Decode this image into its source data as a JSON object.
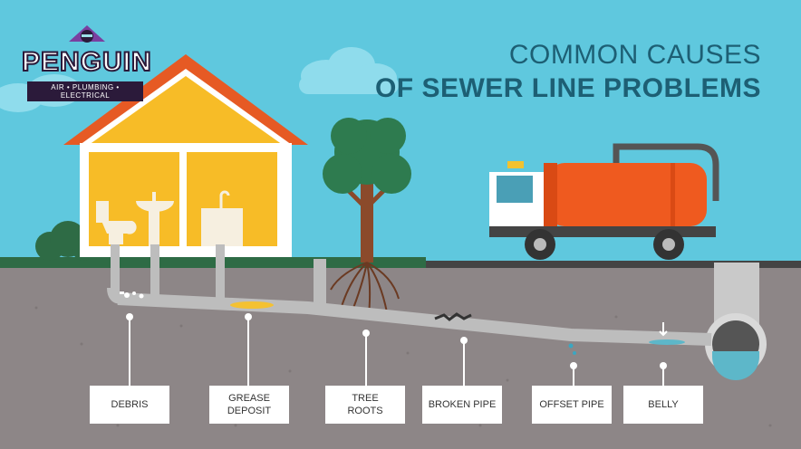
{
  "brand": {
    "name": "PENGUIN",
    "tagline": "AIR • PLUMBING • ELECTRICAL"
  },
  "headline": {
    "line1": "COMMON CAUSES",
    "line2": "OF SEWER LINE PROBLEMS"
  },
  "labels": [
    {
      "id": "debris",
      "text": "DEBRIS"
    },
    {
      "id": "grease",
      "text": "GREASE\nDEPOSIT"
    },
    {
      "id": "tree-roots",
      "text": "TREE\nROOTS"
    },
    {
      "id": "broken-pipe",
      "text": "BROKEN PIPE"
    },
    {
      "id": "offset-pipe",
      "text": "OFFSET PIPE"
    },
    {
      "id": "belly",
      "text": "BELLY"
    }
  ],
  "colors": {
    "sky": "#5fc8de",
    "ground": "#8d8687",
    "grass": "#2e6b45",
    "house_wall": "#f7bc27",
    "roof": "#e65a24",
    "truck_tank": "#ef5a1f",
    "pipe": "#bdbdbd",
    "headline": "#1d5f74"
  }
}
